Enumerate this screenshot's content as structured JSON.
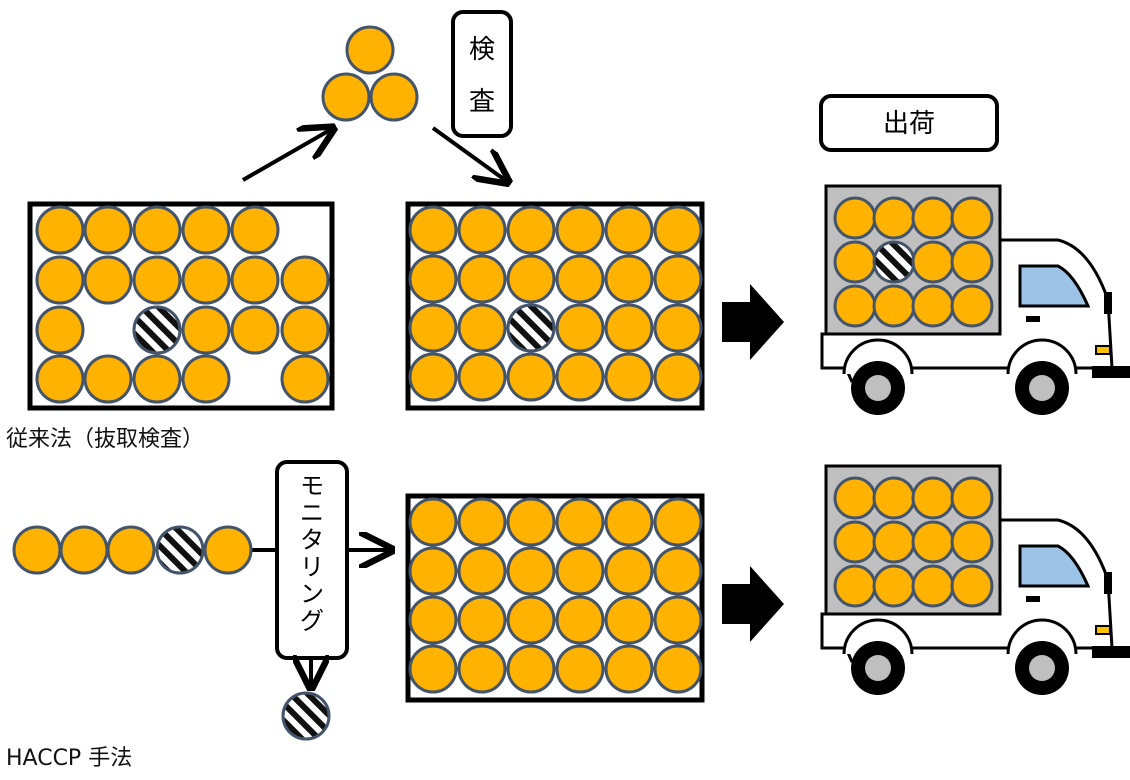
{
  "labels": {
    "inspection": "検査",
    "shipping": "出荷",
    "monitoring": "モニタリング"
  },
  "captions": {
    "conventional": "従来法（抜取検査）",
    "haccp": "HACCP 手法"
  },
  "colors": {
    "item_fill": "#FFB300",
    "item_stroke": "#44546A",
    "defect_stripe": "#111111",
    "cargo_fill": "#BFBFBF",
    "window_fill": "#9DC3E6",
    "light_fill": "#FFC000"
  },
  "icons": {
    "arrow": "thick-right-arrow",
    "truck": "delivery-truck",
    "defect": "striped-circle"
  }
}
